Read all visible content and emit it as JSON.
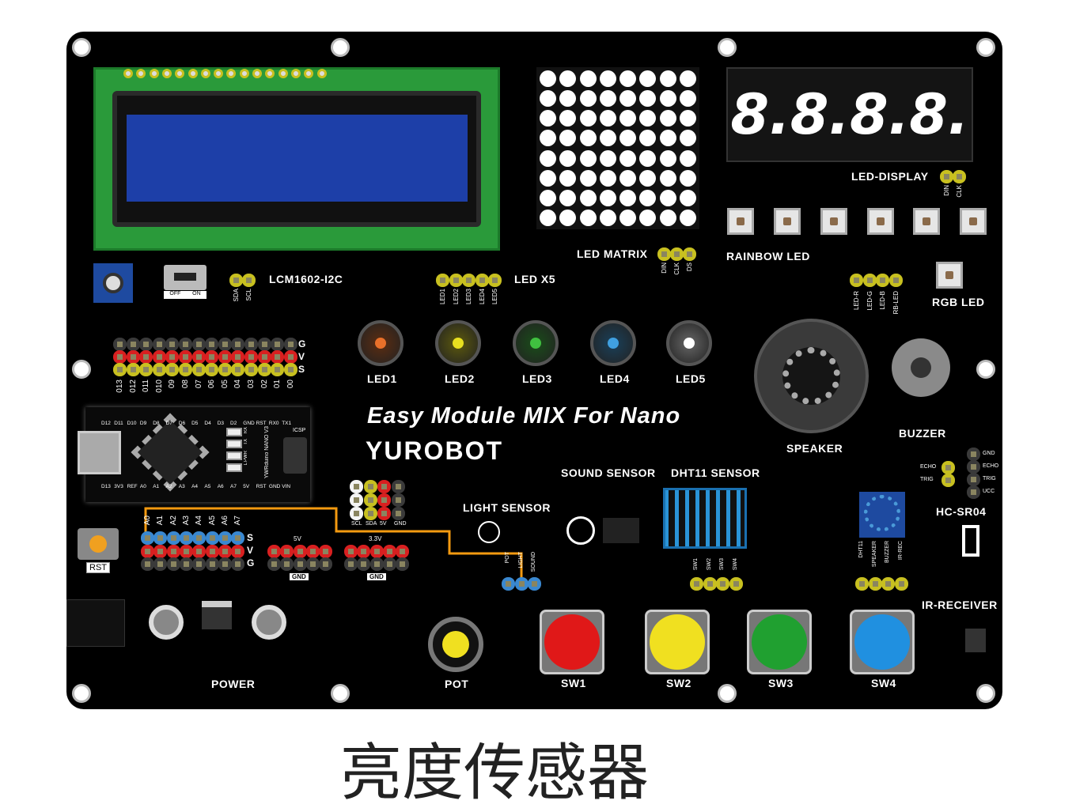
{
  "board": {
    "title": "Easy Module MIX For Nano",
    "brand": "YUROBOT",
    "lcd": {
      "label": "LCM1602-I2C",
      "pins": [
        "SDA",
        "SCL"
      ]
    },
    "switch": {
      "off": "OFF",
      "on": "ON"
    },
    "led_matrix": {
      "label": "LED MATRIX",
      "pins": [
        "DIN",
        "CLK",
        "DS"
      ]
    },
    "led_display": {
      "label": "LED-DISPLAY",
      "digits": "8.8.8.8.",
      "pins": [
        "DIN",
        "CLK"
      ]
    },
    "rainbow_led": {
      "label": "RAINBOW LED"
    },
    "rgb_led": {
      "label": "RGB LED",
      "pins": [
        "LED-R",
        "LED-G",
        "LED-B",
        "RB-LED"
      ]
    },
    "led_x5": {
      "label": "LED X5",
      "pins": [
        "LED1",
        "LED2",
        "LED3",
        "LED4",
        "LED5"
      ],
      "leds": [
        {
          "label": "LED1",
          "color": "#e8702a"
        },
        {
          "label": "LED2",
          "color": "#e8e020"
        },
        {
          "label": "LED3",
          "color": "#40c040"
        },
        {
          "label": "LED4",
          "color": "#40a0e0"
        },
        {
          "label": "LED5",
          "color": "#ffffff"
        }
      ]
    },
    "digital_header": {
      "rows": [
        "G",
        "V",
        "S"
      ],
      "pins": [
        "013",
        "012",
        "011",
        "010",
        "09",
        "08",
        "07",
        "06",
        "05",
        "04",
        "03",
        "02",
        "01",
        "00"
      ]
    },
    "nano": {
      "top_pins": [
        "D12",
        "D11",
        "D10",
        "D9",
        "D8",
        "D7",
        "D6",
        "D5",
        "D4",
        "D3",
        "D2",
        "GND",
        "RST",
        "RX0",
        "TX1"
      ],
      "bottom_pins": [
        "D13",
        "3V3",
        "REF",
        "A0",
        "A1",
        "A2",
        "A3",
        "A4",
        "A5",
        "A6",
        "A7",
        "5V",
        "RST",
        "GND",
        "VIN"
      ],
      "icsp": "ICSP",
      "leds": [
        "RX",
        "TX",
        "PWR",
        "L"
      ],
      "model": "YWRduino NANO V3"
    },
    "analog_header": {
      "rows": [
        "S",
        "V",
        "G"
      ],
      "pins": [
        "A0",
        "A1",
        "A2",
        "A3",
        "A4",
        "A5",
        "A6",
        "A7"
      ]
    },
    "power_5v": {
      "label": "5V",
      "gnd": "GND"
    },
    "power_3v3": {
      "label": "3.3V",
      "gnd": "GND"
    },
    "i2c_header": [
      "SCL",
      "SDA",
      "5V",
      "GND"
    ],
    "rst": "RST",
    "light_sensor": {
      "label": "LIGHT SENSOR",
      "pins": [
        "POT",
        "LIGHT",
        "SOUND"
      ]
    },
    "sound_sensor": {
      "label": "SOUND SENSOR"
    },
    "dht11": {
      "label": "DHT11 SENSOR",
      "pins": [
        "SW1",
        "SW2",
        "SW3",
        "SW4"
      ]
    },
    "speaker": {
      "label": "SPEAKER"
    },
    "buzzer": {
      "label": "BUZZER"
    },
    "selector_pins": [
      "DHT11",
      "SPEAKER",
      "BUZZER",
      "IR-REC"
    ],
    "hcsr04": {
      "label": "HC-SR04",
      "short_pins": [
        "ECHO",
        "TRIG"
      ],
      "pins": [
        "GND",
        "ECHO",
        "TRIG",
        "UCC"
      ]
    },
    "ir_receiver": {
      "label": "IR-RECEIVER"
    },
    "power": {
      "label": "POWER"
    },
    "pot": {
      "label": "POT"
    },
    "switches": [
      {
        "label": "SW1",
        "color": "#e01818"
      },
      {
        "label": "SW2",
        "color": "#f0e020"
      },
      {
        "label": "SW3",
        "color": "#20a030"
      },
      {
        "label": "SW4",
        "color": "#2090e0"
      }
    ]
  },
  "caption": "亮度传感器"
}
